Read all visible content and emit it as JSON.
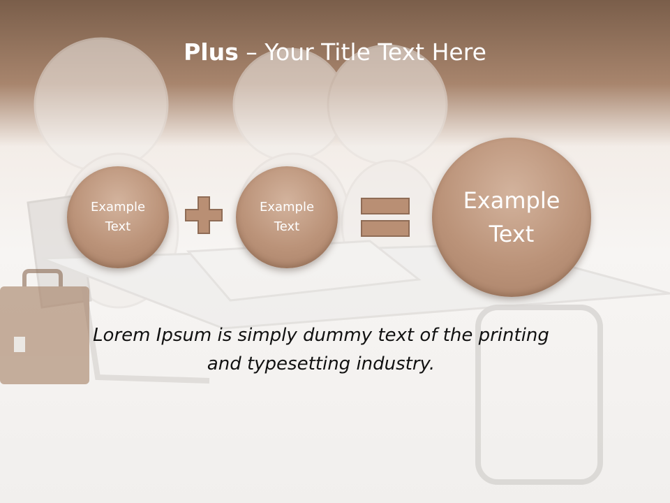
{
  "slide": {
    "title_bold": "Plus",
    "title_rest": " – Your Title Text Here",
    "circles": [
      {
        "line1": "Example",
        "line2": "Text"
      },
      {
        "line1": "Example",
        "line2": "Text"
      },
      {
        "line1": "Example",
        "line2": "Text"
      }
    ],
    "body_line1": "Lorem Ipsum is simply dummy text of the printing",
    "body_line2": "and typesetting industry."
  },
  "colors": {
    "header": "#a8856d",
    "circle": "#bb9379",
    "operator": "#b98f74"
  },
  "icons": [
    "plus-icon",
    "equals-icon"
  ]
}
